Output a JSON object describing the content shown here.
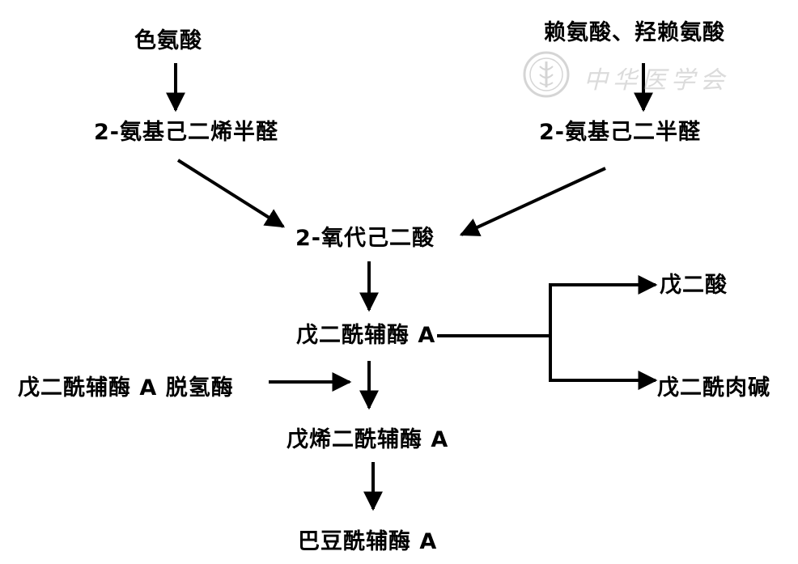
{
  "nodes": {
    "tryptophan": "色氨酸",
    "lysine": "赖氨酸、羟赖氨酸",
    "aminohexadienal": "2-氨基己二烯半醛",
    "aminohexanal": "2-氨基己二半醛",
    "oxoadipate": "2-氧代己二酸",
    "glutaryl_coa": "戊二酰辅酶 A",
    "dehydrogenase": "戊二酰辅酶 A 脱氢酶",
    "glutaconyl_coa": "戊烯二酰辅酶 A",
    "crotonyl_coa": "巴豆酰辅酶 A",
    "glutaric_acid": "戊二酸",
    "glutarylcarnitine": "戊二酰肉碱"
  },
  "watermark": {
    "text": "中华医学会",
    "icon": "society-seal-icon"
  }
}
